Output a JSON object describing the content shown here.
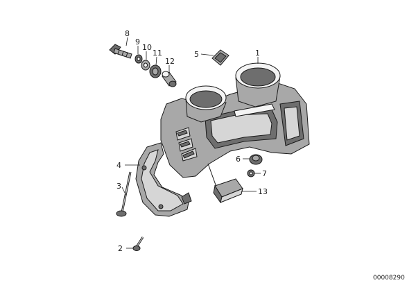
{
  "callouts": [
    {
      "id": "1",
      "label": "1"
    },
    {
      "id": "2",
      "label": "2"
    },
    {
      "id": "3",
      "label": "3"
    },
    {
      "id": "4",
      "label": "4"
    },
    {
      "id": "5",
      "label": "5"
    },
    {
      "id": "6",
      "label": "6"
    },
    {
      "id": "7",
      "label": "7"
    },
    {
      "id": "8",
      "label": "8"
    },
    {
      "id": "9",
      "label": "9"
    },
    {
      "id": "10",
      "label": "10"
    },
    {
      "id": "11",
      "label": "11"
    },
    {
      "id": "12",
      "label": "12"
    },
    {
      "id": "13",
      "label": "13"
    }
  ],
  "reference_number": "00008290"
}
